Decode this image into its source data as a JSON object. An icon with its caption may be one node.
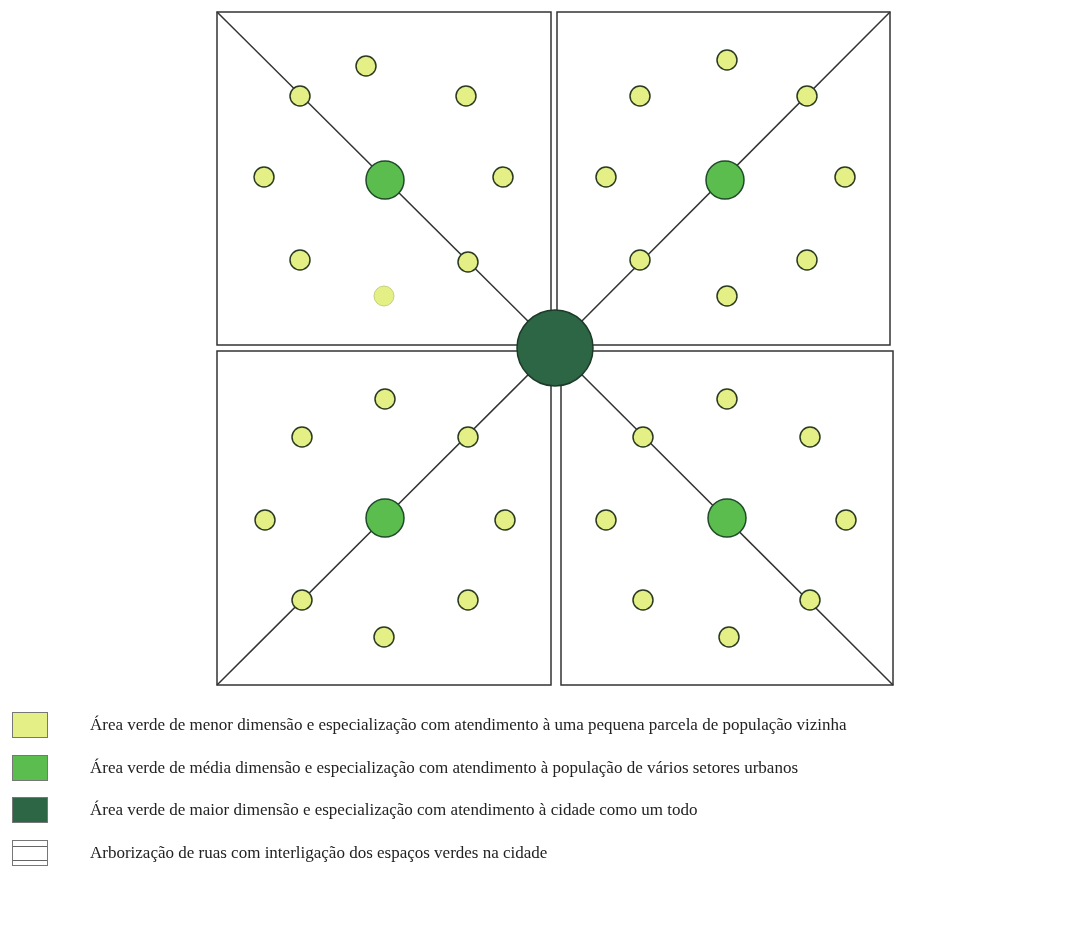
{
  "diagram": {
    "legend": [
      {
        "text": "Área verde de menor dimensão e especialização com atendimento à uma pequena parcela de população vizinha",
        "color": "#e4ef86"
      },
      {
        "text": "Área verde de média dimensão e especialização com atendimento à população de vários setores  urbanos",
        "color": "#5cbd4f"
      },
      {
        "text": "Área verde de maior dimensão e especialização com atendimento à cidade como um todo",
        "color": "#2c6644"
      },
      {
        "text": "Arborização de ruas com interligação dos espaços verdes na cidade"
      }
    ]
  }
}
